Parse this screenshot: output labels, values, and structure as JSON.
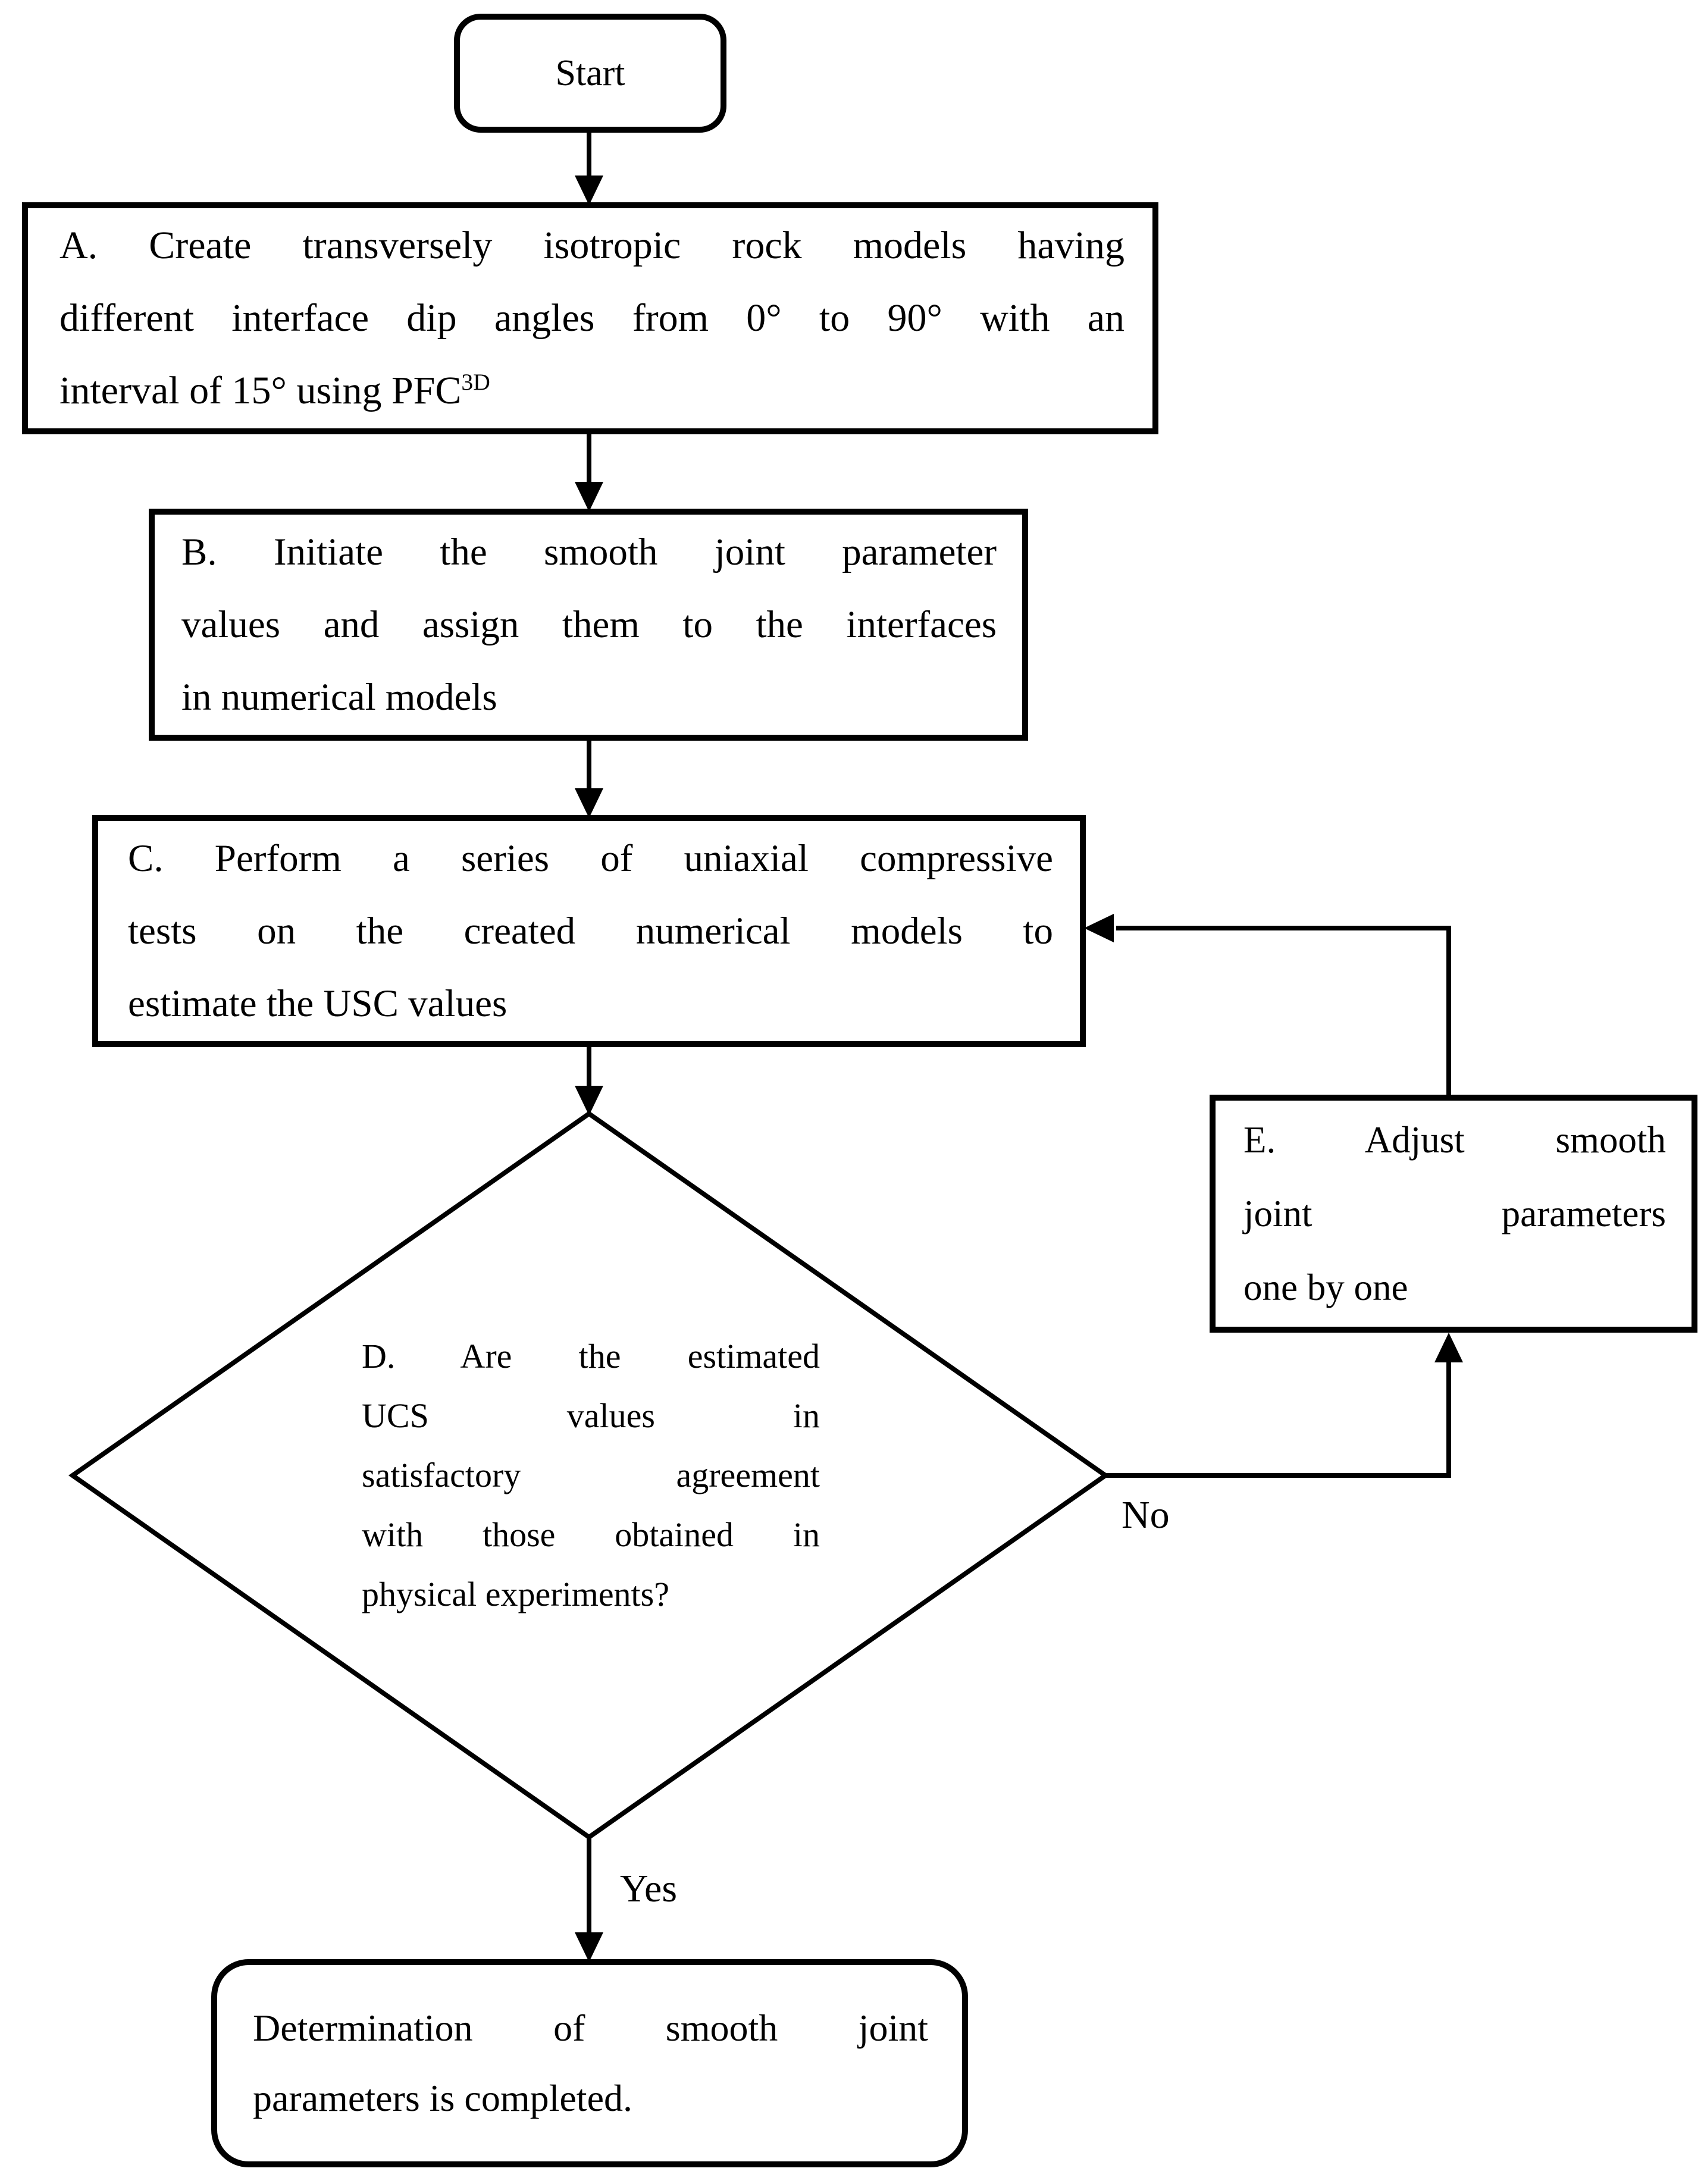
{
  "flowchart": {
    "start": {
      "label": "Start"
    },
    "step_a": {
      "line1": "A. Create transversely isotropic rock models having",
      "line2": "different interface dip angles from 0° to 90° with an",
      "line3_text": "interval of 15° using PFC",
      "line3_sup": "3D"
    },
    "step_b": {
      "line1": "B. Initiate the smooth joint parameter",
      "line2": "values and assign them to the interfaces",
      "line3": "in numerical models"
    },
    "step_c": {
      "line1": "C. Perform a series of uniaxial compressive",
      "line2": "tests on the created numerical models to",
      "line3": "estimate the USC values"
    },
    "decision_d": {
      "line1": "D. Are the estimated",
      "line2": "UCS values in",
      "line3": "satisfactory agreement",
      "line4": "with those obtained in",
      "line5": "physical experiments?"
    },
    "step_e": {
      "line1": "E. Adjust smooth",
      "line2": "joint parameters",
      "line3": "one by one"
    },
    "end": {
      "line1": "Determination of smooth joint",
      "line2": "parameters is completed."
    },
    "edge_labels": {
      "yes": "Yes",
      "no": "No"
    },
    "colors": {
      "stroke": "#000000",
      "fill": "#ffffff"
    }
  }
}
